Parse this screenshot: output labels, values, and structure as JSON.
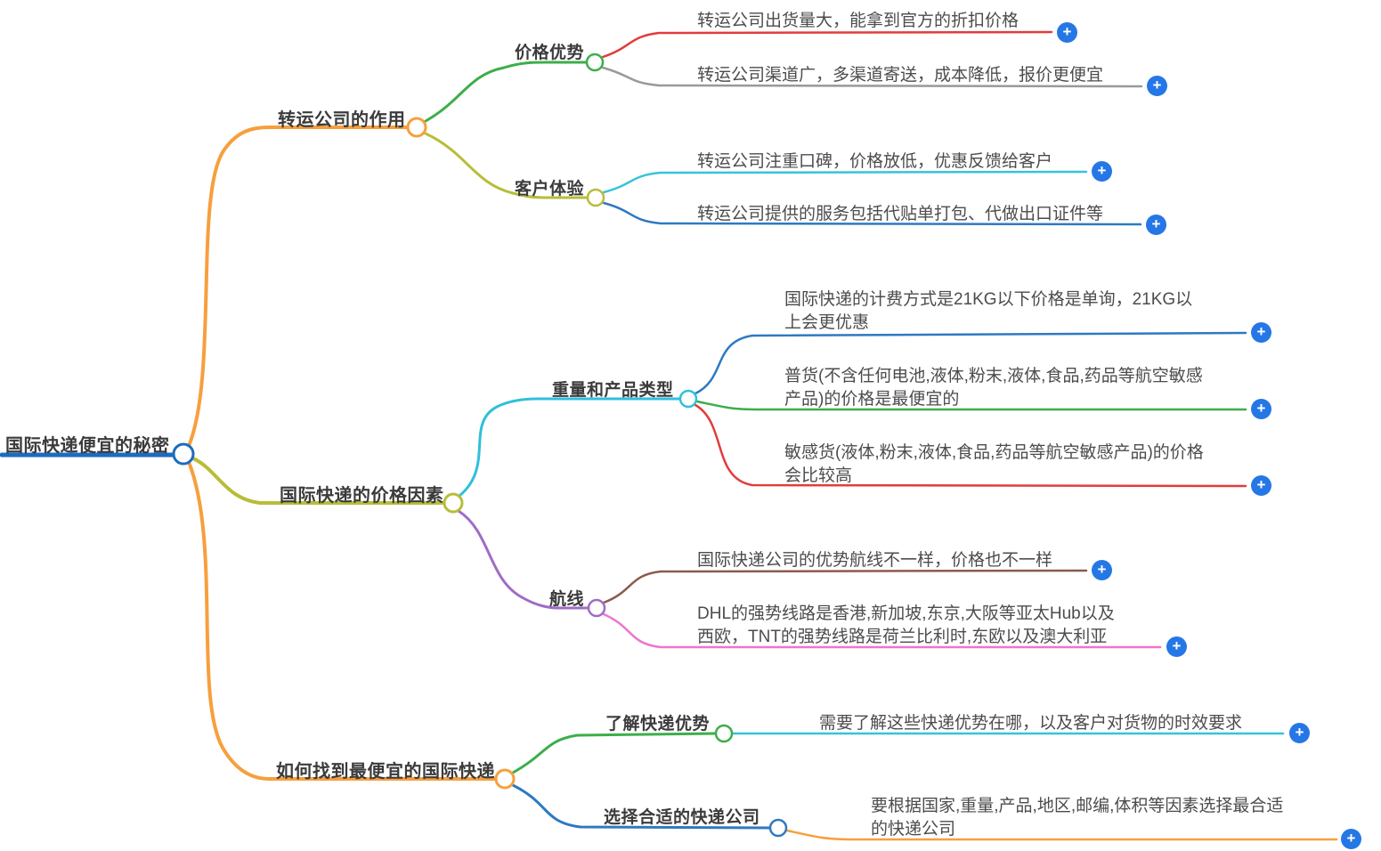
{
  "root": {
    "label": "国际快递便宜的秘密"
  },
  "branches": [
    {
      "label": "转运公司的作用",
      "color": "#f79f3d",
      "children": [
        {
          "label": "价格优势",
          "color": "#3cae49",
          "leaves": [
            {
              "text": "转运公司出货量大，能拿到官方的折扣价格",
              "line_color": "#e23c3c"
            },
            {
              "text": "转运公司渠道广，多渠道寄送，成本降低，报价更便宜",
              "line_color": "#999999"
            }
          ]
        },
        {
          "label": "客户体验",
          "color": "#b8bd38",
          "leaves": [
            {
              "text": "转运公司注重口碑，价格放低，优惠反馈给客户",
              "line_color": "#35c4d7"
            },
            {
              "text": "转运公司提供的服务包括代贴单打包、代做出口证件等",
              "line_color": "#2e79c2"
            }
          ]
        }
      ]
    },
    {
      "label": "国际快递的价格因素",
      "color": "#b8bd38",
      "children": [
        {
          "label": "重量和产品类型",
          "color": "#2fc0da",
          "leaves": [
            {
              "text": "国际快递的计费方式是21KG以下价格是单询，21KG以上会更优惠",
              "line_color": "#2e79c2"
            },
            {
              "text": "普货(不含任何电池,液体,粉末,液体,食品,药品等航空敏感产品)的价格是最便宜的",
              "line_color": "#3cae49"
            },
            {
              "text": "敏感货(液体,粉末,液体,食品,药品等航空敏感产品)的价格会比较高",
              "line_color": "#e23c3c"
            }
          ]
        },
        {
          "label": "航线",
          "color": "#a06cc5",
          "leaves": [
            {
              "text": "国际快递公司的优势航线不一样，价格也不一样",
              "line_color": "#8a5b4c"
            },
            {
              "text": "DHL的强势线路是香港,新加坡,东京,大阪等亚太Hub以及西欧，TNT的强势线路是荷兰比利时,东欧以及澳大利亚",
              "line_color": "#ef74ce"
            }
          ]
        }
      ]
    },
    {
      "label": "如何找到最便宜的国际快递",
      "color": "#f79f3d",
      "children": [
        {
          "label": "了解快递优势",
          "color": "#3cae49",
          "leaves": [
            {
              "text": "需要了解这些快递优势在哪，以及客户对货物的时效要求",
              "line_color": "#35c4d7"
            }
          ]
        },
        {
          "label": "选择合适的快递公司",
          "color": "#2e79c2",
          "leaves": [
            {
              "text": "要根据国家,重量,产品,地区,邮编,体积等因素选择最合适的快递公司",
              "line_color": "#f79f3d"
            }
          ]
        }
      ]
    }
  ],
  "icons": {
    "add": "+"
  },
  "colors": {
    "root_line": "#1c6bbf",
    "add_button": "#2577e5",
    "orange": "#f79f3d",
    "olive": "#b8bd38",
    "green": "#3cae49",
    "cyan": "#35c4d7",
    "blue": "#2e79c2",
    "red": "#e23c3c",
    "gray": "#999999",
    "purple": "#a06cc5",
    "brown": "#8a5b4c",
    "pink": "#ef74ce"
  }
}
